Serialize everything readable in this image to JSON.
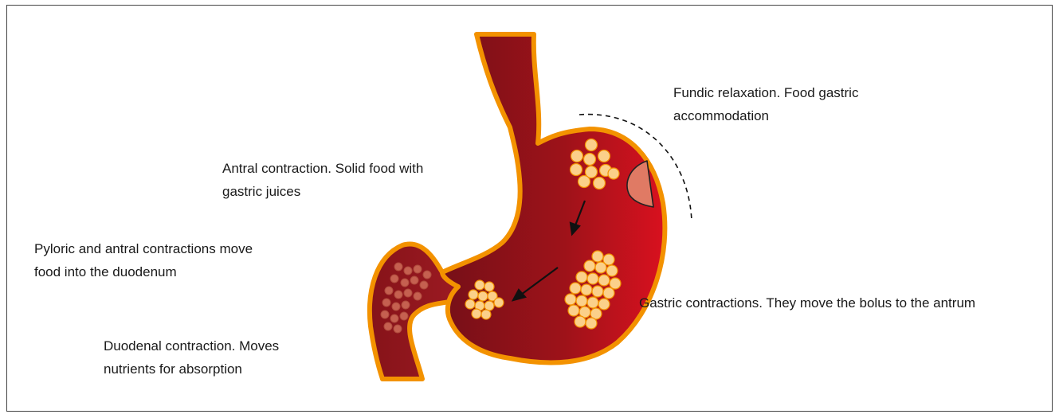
{
  "labels": {
    "fundic_line1": "Fundic relaxation. Food gastric",
    "fundic_line2": "accommodation",
    "antral_line1": "Antral contraction. Solid food with",
    "antral_line2": "gastric juices",
    "pyloric_line1": "Pyloric and antral contractions move",
    "pyloric_line2": "food into the duodenum",
    "gastric": "Gastric contractions. They move the bolus to the antrum",
    "duodenal_line1": "Duodenal contraction. Moves",
    "duodenal_line2": "nutrients for absorption"
  },
  "colors": {
    "outline": "#f39200",
    "wall_dark": "#7c1018",
    "wall_light": "#d6101f",
    "food": "#fbd08a",
    "fundus_pocket": "#e07a64"
  }
}
